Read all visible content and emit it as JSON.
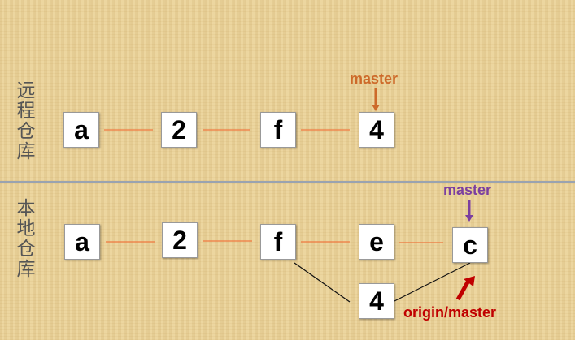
{
  "remote": {
    "label": "远程仓库",
    "commits": [
      "a",
      "2",
      "f",
      "4"
    ],
    "branch_label": "master",
    "branch_color": "#cd6a2a"
  },
  "local": {
    "label": "本地仓库",
    "commits": [
      "a",
      "2",
      "f",
      "e",
      "c"
    ],
    "side_commit": "4",
    "branch_label": "master",
    "branch_color": "#7b3fa0",
    "remote_branch_label": "origin/master",
    "remote_branch_color": "#c00000"
  },
  "colors": {
    "edge": "#f07a40",
    "background": "#e8cf95"
  }
}
